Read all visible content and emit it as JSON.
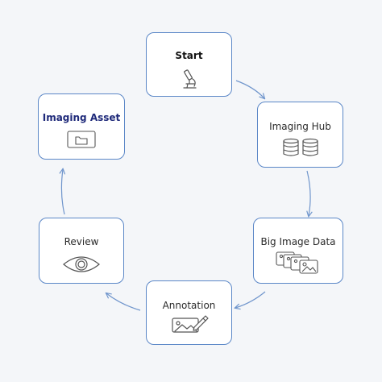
{
  "nodes": {
    "start": {
      "label": "Start",
      "icon": "microscope-icon"
    },
    "imaging_hub": {
      "label": "Imaging Hub",
      "icon": "database-icon"
    },
    "big_image_data": {
      "label": "Big Image Data",
      "icon": "image-stack-icon"
    },
    "annotation": {
      "label": "Annotation",
      "icon": "annotate-image-icon"
    },
    "review": {
      "label": "Review",
      "icon": "eye-icon"
    },
    "imaging_asset": {
      "label": "Imaging Asset",
      "icon": "folder-icon"
    }
  },
  "colors": {
    "border": "#5b87c7",
    "arrow": "#6f95cc",
    "accent_text": "#1f2a7a",
    "background": "#f4f6f9",
    "icon": "#555555"
  }
}
